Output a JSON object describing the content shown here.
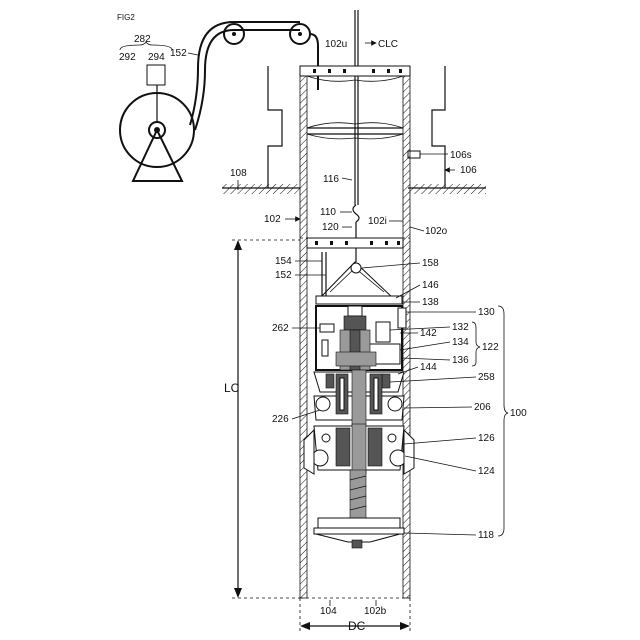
{
  "figure_label": "FIG2",
  "labels": {
    "l282": "282",
    "l292": "292",
    "l294": "294",
    "l152a": "152",
    "l102u": "102u",
    "lclc": "CLC",
    "l106s": "106s",
    "l106": "106",
    "l108": "108",
    "l116": "116",
    "l110": "110",
    "l120": "120",
    "l102": "102",
    "l102i": "102i",
    "l102o": "102o",
    "l154": "154",
    "l152b": "152",
    "l158": "158",
    "l146": "146",
    "l138": "138",
    "l130": "130",
    "l262": "262",
    "l132": "132",
    "l142": "142",
    "l134": "134",
    "l122": "122",
    "l136": "136",
    "l144": "144",
    "l258": "258",
    "lLC": "LC",
    "l226": "226",
    "l206": "206",
    "l100": "100",
    "l126": "126",
    "l124": "124",
    "l118": "118",
    "l104": "104",
    "l102b": "102b",
    "lDC": "DC"
  }
}
